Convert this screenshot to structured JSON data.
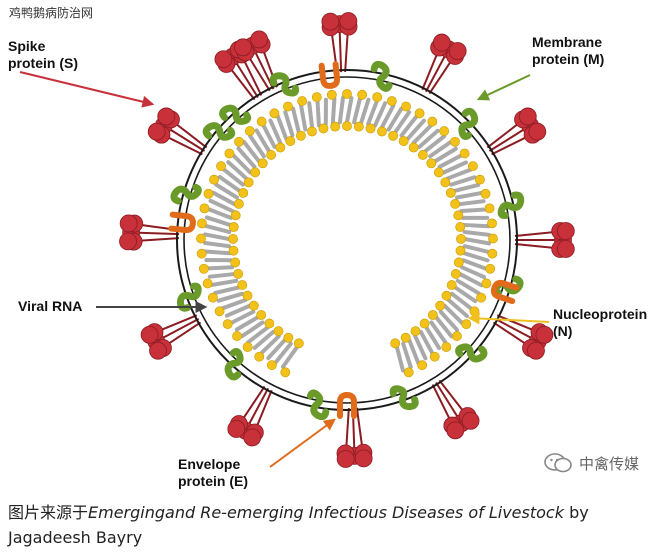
{
  "watermark": "鸡鸭鹅病防治网",
  "labels": {
    "spike": "Spike\nprotein (S)",
    "membrane": "Membrane\nprotein (M)",
    "viral_rna": "Viral RNA",
    "nucleoprotein": "Nucleoprotein\n(N)",
    "envelope": "Envelope\nprotein (E)"
  },
  "brand": "中禽传媒",
  "caption": {
    "prefix": "图片来源于",
    "title": "Emergingand Re-emerging Infectious Diseases of Livestock",
    "suffix": " by Jagadeesh Bayry"
  },
  "colors": {
    "spike": "#c8303a",
    "spike_dark": "#8a1c22",
    "membrane": "#6a9a2a",
    "envelope": "#e06b1a",
    "rna_coil": "#a9a9a9",
    "nucleoprotein": "#f2c21a",
    "envelope_ring": "#1a1a1a",
    "arrow_spike": "#c8303a",
    "arrow_membrane": "#6a9a2a",
    "arrow_rna": "#444444",
    "arrow_nucleo": "#f0c020",
    "arrow_envelope": "#e06b1a"
  }
}
